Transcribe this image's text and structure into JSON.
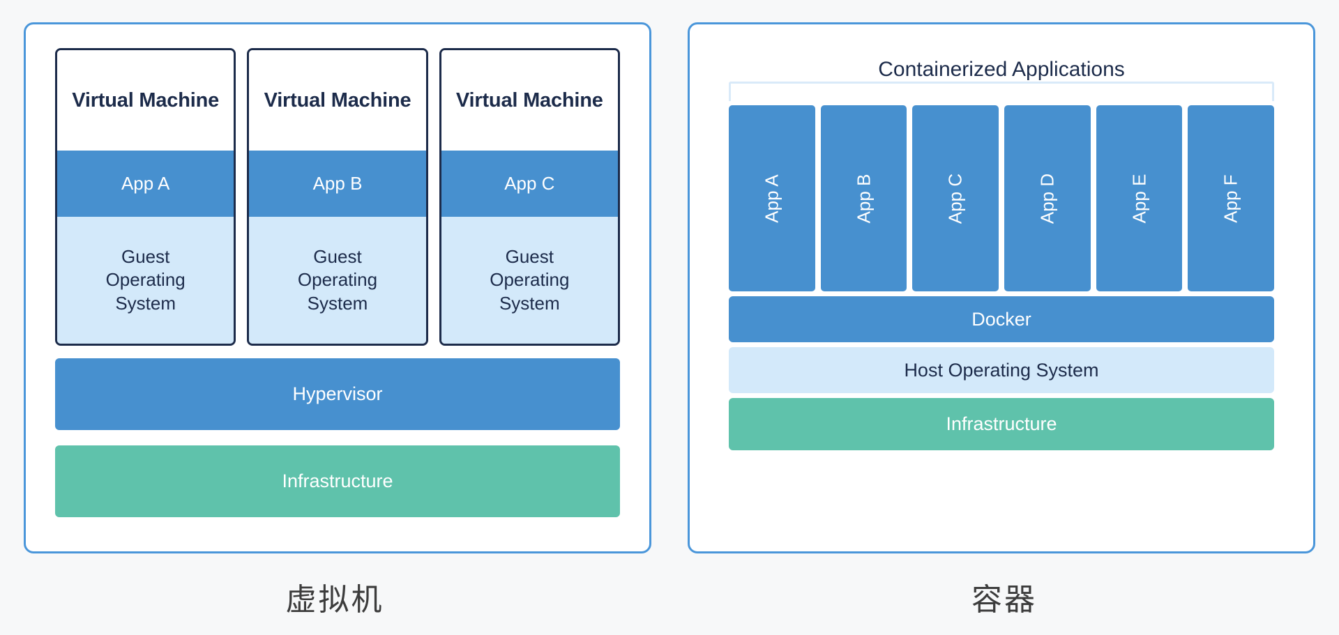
{
  "theme": {
    "page_background": "#f7f8f9",
    "panel_border": "#4a96da",
    "card_border": "#1c2b4a",
    "app_blue": "#4790cf",
    "os_light_blue": "#d3e9fa",
    "infra_green": "#5fc2ab",
    "bracket_blue": "#d9eaf9",
    "text_dark": "#1c2b4a",
    "caption_color": "#3c3c3c"
  },
  "left_panel": {
    "caption": "虚拟机",
    "vms": [
      {
        "title": "Virtual Machine",
        "app": "App A",
        "guest_os": "Guest\nOperating\nSystem"
      },
      {
        "title": "Virtual Machine",
        "app": "App B",
        "guest_os": "Guest\nOperating\nSystem"
      },
      {
        "title": "Virtual Machine",
        "app": "App C",
        "guest_os": "Guest\nOperating\nSystem"
      }
    ],
    "hypervisor": "Hypervisor",
    "infrastructure": "Infrastructure"
  },
  "right_panel": {
    "caption": "容器",
    "title": "Containerized Applications",
    "apps": [
      {
        "label": "App A"
      },
      {
        "label": "App B"
      },
      {
        "label": "App C"
      },
      {
        "label": "App D"
      },
      {
        "label": "App E"
      },
      {
        "label": "App F"
      }
    ],
    "docker": "Docker",
    "host_os": "Host Operating System",
    "infrastructure": "Infrastructure"
  }
}
